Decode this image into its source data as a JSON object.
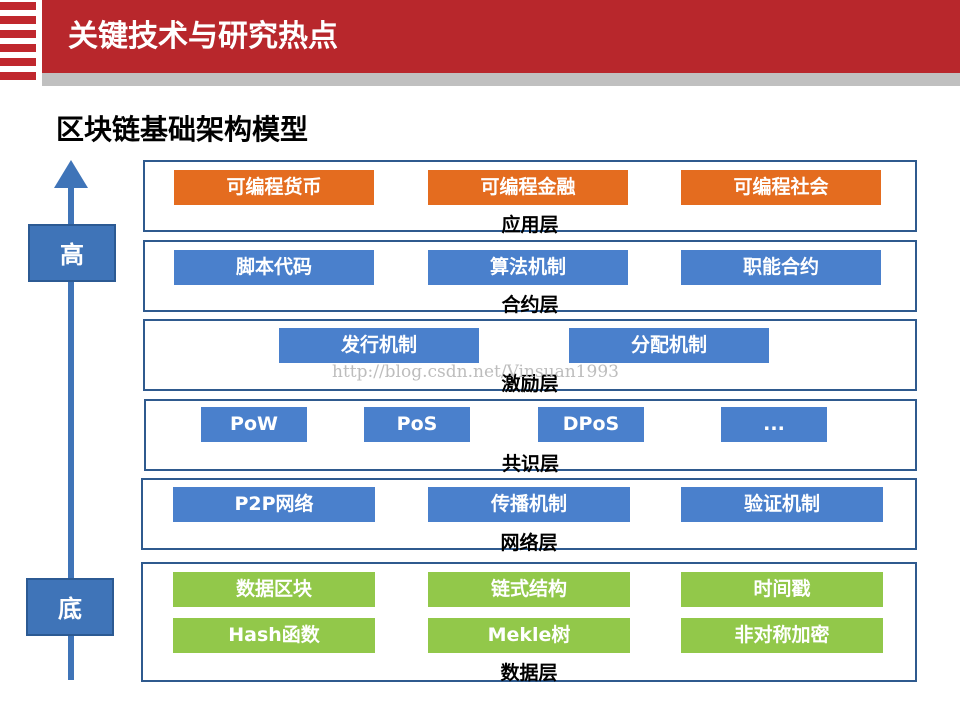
{
  "header": {
    "title": "关键技术与研究热点"
  },
  "subtitle": "区块链基础架构模型",
  "axis": {
    "high": "高",
    "low": "底"
  },
  "watermark": "http://blog.csdn.net/Vinsuan1993",
  "layers": {
    "application": {
      "label": "应用层",
      "items": [
        "可编程货币",
        "可编程金融",
        "可编程社会"
      ]
    },
    "contract": {
      "label": "合约层",
      "items": [
        "脚本代码",
        "算法机制",
        "职能合约"
      ]
    },
    "incentive": {
      "label": "激励层",
      "items": [
        "发行机制",
        "分配机制"
      ]
    },
    "consensus": {
      "label": "共识层",
      "items": [
        "PoW",
        "PoS",
        "DPoS",
        "..."
      ]
    },
    "network": {
      "label": "网络层",
      "items": [
        "P2P网络",
        "传播机制",
        "验证机制"
      ]
    },
    "data": {
      "label": "数据层",
      "items": [
        "数据区块",
        "链式结构",
        "时间戳",
        "Hash函数",
        "Mekle树",
        "非对称加密"
      ]
    }
  },
  "colors": {
    "title_bg": "#b8272c",
    "orange": "#e46c1f",
    "blue": "#4a80cc",
    "green": "#92c84a",
    "axis": "#3f74b8"
  }
}
